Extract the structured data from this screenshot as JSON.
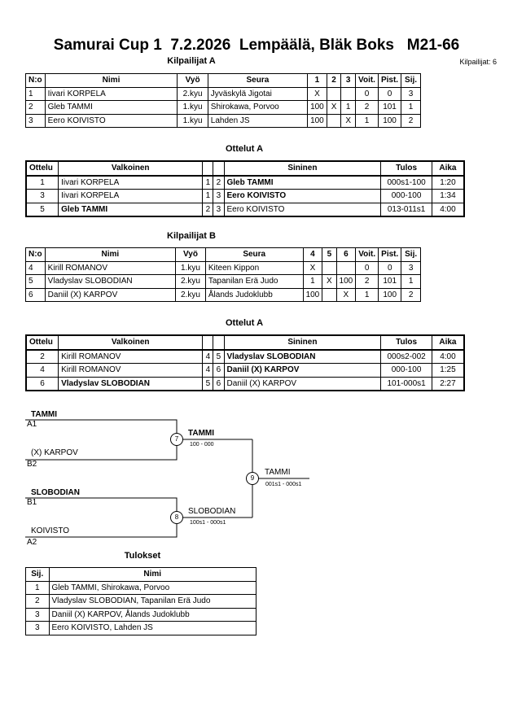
{
  "title": "Samurai Cup 1  7.2.2026  Lempäälä, Bläk Boks   M21-66",
  "participant_count": "Kilpailijat: 6",
  "pool_a": {
    "heading": "Kilpailijat A",
    "headers": [
      "N:o",
      "Nimi",
      "Vyö",
      "Seura",
      "1",
      "2",
      "3",
      "Voit.",
      "Pist.",
      "Sij."
    ],
    "rows": [
      [
        "1",
        "Iivari KORPELA",
        "2.kyu",
        "Jyväskylä Jigotai",
        "X",
        "",
        "",
        "0",
        "0",
        "3"
      ],
      [
        "2",
        "Gleb TAMMI",
        "1.kyu",
        "Shirokawa, Porvoo",
        "100",
        "X",
        "1",
        "2",
        "101",
        "1"
      ],
      [
        "3",
        "Eero KOIVISTO",
        "1.kyu",
        "Lahden JS",
        "100",
        "",
        "X",
        "1",
        "100",
        "2"
      ]
    ]
  },
  "matches_a": {
    "heading": "Ottelut A",
    "headers": [
      "Ottelu",
      "Valkoinen",
      "",
      "",
      "Sininen",
      "Tulos",
      "Aika"
    ],
    "rows": [
      {
        "no": "1",
        "white": "Iivari KORPELA",
        "w": "1",
        "b": "2",
        "blue": "Gleb TAMMI",
        "result": "000s1-100",
        "time": "1:20",
        "winner": "blue"
      },
      {
        "no": "3",
        "white": "Iivari KORPELA",
        "w": "1",
        "b": "3",
        "blue": "Eero KOIVISTO",
        "result": "000-100",
        "time": "1:34",
        "winner": "blue"
      },
      {
        "no": "5",
        "white": "Gleb TAMMI",
        "w": "2",
        "b": "3",
        "blue": "Eero KOIVISTO",
        "result": "013-011s1",
        "time": "4:00",
        "winner": "white"
      }
    ]
  },
  "pool_b": {
    "heading": "Kilpailijat B",
    "headers": [
      "N:o",
      "Nimi",
      "Vyö",
      "Seura",
      "4",
      "5",
      "6",
      "Voit.",
      "Pist.",
      "Sij."
    ],
    "rows": [
      [
        "4",
        "Kirill ROMANOV",
        "1.kyu",
        "Kiteen Kippon",
        "X",
        "",
        "",
        "0",
        "0",
        "3"
      ],
      [
        "5",
        "Vladyslav SLOBODIAN",
        "2.kyu",
        "Tapanilan Erä Judo",
        "1",
        "X",
        "100",
        "2",
        "101",
        "1"
      ],
      [
        "6",
        "Daniil (X) KARPOV",
        "2.kyu",
        "Ålands Judoklubb",
        "100",
        "",
        "X",
        "1",
        "100",
        "2"
      ]
    ]
  },
  "matches_b": {
    "heading": "Ottelut A",
    "headers": [
      "Ottelu",
      "Valkoinen",
      "",
      "",
      "Sininen",
      "Tulos",
      "Aika"
    ],
    "rows": [
      {
        "no": "2",
        "white": "Kirill ROMANOV",
        "w": "4",
        "b": "5",
        "blue": "Vladyslav SLOBODIAN",
        "result": "000s2-002",
        "time": "4:00",
        "winner": "blue"
      },
      {
        "no": "4",
        "white": "Kirill ROMANOV",
        "w": "4",
        "b": "6",
        "blue": "Daniil (X) KARPOV",
        "result": "000-100",
        "time": "1:25",
        "winner": "blue"
      },
      {
        "no": "6",
        "white": "Vladyslav SLOBODIAN",
        "w": "5",
        "b": "6",
        "blue": "Daniil (X) KARPOV",
        "result": "101-000s1",
        "time": "2:27",
        "winner": "white"
      }
    ]
  },
  "bracket": {
    "sf1_top": "TAMMI",
    "sf1_top_seed": "A1",
    "sf1_bottom": "(X) KARPOV",
    "sf1_bottom_seed": "B2",
    "sf1_no": "7",
    "sf1_winner": "TAMMI",
    "sf1_score": "100 - 000",
    "sf2_top": "SLOBODIAN",
    "sf2_top_seed": "B1",
    "sf2_bottom": "KOIVISTO",
    "sf2_bottom_seed": "A2",
    "sf2_no": "8",
    "sf2_winner": "SLOBODIAN",
    "sf2_score": "100s1 - 000s1",
    "final_no": "9",
    "final_winner": "TAMMI",
    "final_score": "001s1 - 000s1"
  },
  "results": {
    "heading": "Tulokset",
    "headers": [
      "Sij.",
      "Nimi"
    ],
    "rows": [
      [
        "1",
        "Gleb TAMMI, Shirokawa, Porvoo"
      ],
      [
        "2",
        "Vladyslav SLOBODIAN, Tapanilan Erä Judo"
      ],
      [
        "3",
        "Daniil (X) KARPOV, Ålands Judoklubb"
      ],
      [
        "3",
        "Eero KOIVISTO, Lahden JS"
      ]
    ]
  }
}
